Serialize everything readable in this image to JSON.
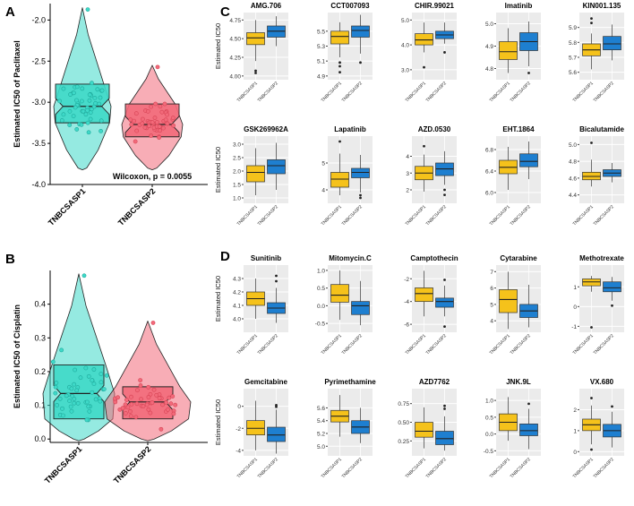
{
  "panel_letters": [
    "A",
    "B",
    "C",
    "D"
  ],
  "colors": {
    "teal": "#3ED9C8",
    "red": "#F26A7A",
    "yellow": "#F5C21B",
    "blue": "#1E7FD0",
    "panel_bg": "#EBEBEB",
    "grid": "#FFFFFF"
  },
  "chart_data": [
    {
      "panel": "A",
      "type": "violin-box",
      "ylabel": "Estimated IC50 of Paclitaxel",
      "categories": [
        "TNBCSASP1",
        "TNBCSASP2"
      ],
      "ylim": [
        -4.0,
        -1.8
      ],
      "yticks": [
        "-2.0",
        "-2.5",
        "-3.0",
        "-3.5",
        "-4.0"
      ],
      "ytick_values": [
        -2.0,
        -2.5,
        -3.0,
        -3.5,
        -4.0
      ],
      "annotation": "Wilcoxon, p = 0.0055",
      "boxes": [
        {
          "q1": -3.25,
          "median": -3.05,
          "q3": -2.78,
          "min": -3.8,
          "max": -1.85
        },
        {
          "q1": -3.42,
          "median": -3.27,
          "q3": -3.02,
          "min": -3.8,
          "max": -2.55
        }
      ]
    },
    {
      "panel": "B",
      "type": "violin-box",
      "ylabel": "Estimated IC50 of Cisplatin",
      "categories": [
        "TNBCSASP1",
        "TNBCSASP2"
      ],
      "ylim": [
        -0.01,
        0.5
      ],
      "yticks": [
        "0.0",
        "0.1",
        "0.2",
        "0.3",
        "0.4"
      ],
      "ytick_values": [
        0.0,
        0.1,
        0.2,
        0.3,
        0.4
      ],
      "boxes": [
        {
          "q1": 0.06,
          "median": 0.135,
          "q3": 0.22,
          "min": 0.0,
          "max": 0.49
        },
        {
          "q1": 0.06,
          "median": 0.11,
          "q3": 0.155,
          "min": 0.0,
          "max": 0.35
        }
      ]
    },
    {
      "panel": "C",
      "type": "box",
      "ylabel": "Estimated IC50",
      "categories": [
        "TNBCSASP1",
        "TNBCSASP2"
      ],
      "drugs": [
        {
          "title": "AMG.706",
          "ylim": [
            3.95,
            4.85
          ],
          "ticks": [
            "4.00",
            "4.25",
            "4.50",
            "4.75"
          ],
          "tick_values": [
            4.0,
            4.25,
            4.5,
            4.75
          ],
          "boxes": [
            {
              "min": 4.2,
              "q1": 4.42,
              "median": 4.51,
              "q3": 4.58,
              "max": 4.75,
              "outliers": [
                4.07,
                4.04
              ]
            },
            {
              "min": 4.4,
              "q1": 4.52,
              "median": 4.6,
              "q3": 4.67,
              "max": 4.8,
              "outliers": []
            }
          ]
        },
        {
          "title": "CCT007093",
          "ylim": [
            4.85,
            5.75
          ],
          "ticks": [
            "4.9",
            "5.1",
            "5.3",
            "5.5"
          ],
          "tick_values": [
            4.9,
            5.1,
            5.3,
            5.5
          ],
          "boxes": [
            {
              "min": 5.15,
              "q1": 5.33,
              "median": 5.43,
              "q3": 5.5,
              "max": 5.62,
              "outliers": [
                5.08,
                5.03,
                4.95
              ]
            },
            {
              "min": 5.2,
              "q1": 5.42,
              "median": 5.51,
              "q3": 5.57,
              "max": 5.72,
              "outliers": [
                5.08
              ]
            }
          ]
        },
        {
          "title": "CHIR.99021",
          "ylim": [
            2.6,
            5.3
          ],
          "ticks": [
            "3.0",
            "4.0",
            "5.0"
          ],
          "tick_values": [
            3.0,
            4.0,
            5.0
          ],
          "boxes": [
            {
              "min": 3.7,
              "q1": 4.0,
              "median": 4.2,
              "q3": 4.45,
              "max": 4.9,
              "outliers": [
                3.1
              ]
            },
            {
              "min": 4.05,
              "q1": 4.25,
              "median": 4.4,
              "q3": 4.55,
              "max": 4.9,
              "outliers": [
                3.7
              ]
            }
          ]
        },
        {
          "title": "Imatinib",
          "ylim": [
            4.75,
            5.05
          ],
          "ticks": [
            "4.8",
            "4.9",
            "5.0"
          ],
          "tick_values": [
            4.8,
            4.9,
            5.0
          ],
          "boxes": [
            {
              "min": 4.78,
              "q1": 4.84,
              "median": 4.875,
              "q3": 4.92,
              "max": 4.98,
              "outliers": []
            },
            {
              "min": 4.81,
              "q1": 4.88,
              "median": 4.92,
              "q3": 4.96,
              "max": 5.01,
              "outliers": [
                4.78
              ]
            }
          ]
        },
        {
          "title": "KIN001.135",
          "ylim": [
            5.55,
            6.0
          ],
          "ticks": [
            "5.6",
            "5.7",
            "5.8",
            "5.9"
          ],
          "tick_values": [
            5.6,
            5.7,
            5.8,
            5.9
          ],
          "boxes": [
            {
              "min": 5.62,
              "q1": 5.71,
              "median": 5.75,
              "q3": 5.79,
              "max": 5.86,
              "outliers": [
                5.93,
                5.96
              ]
            },
            {
              "min": 5.68,
              "q1": 5.75,
              "median": 5.79,
              "q3": 5.84,
              "max": 5.92,
              "outliers": []
            }
          ]
        },
        {
          "title": "GSK269962A",
          "ylim": [
            0.8,
            3.3
          ],
          "ticks": [
            "1.0",
            "1.5",
            "2.0",
            "2.5",
            "3.0"
          ],
          "tick_values": [
            1.0,
            1.5,
            2.0,
            2.5,
            3.0
          ],
          "boxes": [
            {
              "min": 1.1,
              "q1": 1.6,
              "median": 1.95,
              "q3": 2.2,
              "max": 2.85,
              "outliers": []
            },
            {
              "min": 1.3,
              "q1": 1.9,
              "median": 2.2,
              "q3": 2.42,
              "max": 3.05,
              "outliers": []
            }
          ]
        },
        {
          "title": "Lapatinib",
          "ylim": [
            3.5,
            6.0
          ],
          "ticks": [
            "4",
            "5"
          ],
          "tick_values": [
            4,
            5
          ],
          "boxes": [
            {
              "min": 3.8,
              "q1": 4.1,
              "median": 4.4,
              "q3": 4.65,
              "max": 5.35,
              "outliers": [
                5.8
              ]
            },
            {
              "min": 3.9,
              "q1": 4.45,
              "median": 4.65,
              "q3": 4.8,
              "max": 5.3,
              "outliers": [
                3.8,
                3.7
              ]
            }
          ]
        },
        {
          "title": "AZD.0530",
          "ylim": [
            1.2,
            5.2
          ],
          "ticks": [
            "2",
            "3",
            "4"
          ],
          "tick_values": [
            2,
            3,
            4
          ],
          "boxes": [
            {
              "min": 1.9,
              "q1": 2.6,
              "median": 3.0,
              "q3": 3.4,
              "max": 4.1,
              "outliers": [
                4.6
              ]
            },
            {
              "min": 2.3,
              "q1": 2.85,
              "median": 3.25,
              "q3": 3.6,
              "max": 4.3,
              "outliers": [
                2.0,
                1.7
              ]
            }
          ]
        },
        {
          "title": "EHT.1864",
          "ylim": [
            5.8,
            7.05
          ],
          "ticks": [
            "6.0",
            "6.4",
            "6.8"
          ],
          "tick_values": [
            6.0,
            6.4,
            6.8
          ],
          "boxes": [
            {
              "min": 6.05,
              "q1": 6.35,
              "median": 6.47,
              "q3": 6.6,
              "max": 6.85,
              "outliers": []
            },
            {
              "min": 6.25,
              "q1": 6.48,
              "median": 6.58,
              "q3": 6.72,
              "max": 6.95,
              "outliers": []
            }
          ]
        },
        {
          "title": "Bicalutamide",
          "ylim": [
            4.3,
            5.1
          ],
          "ticks": [
            "4.4",
            "4.6",
            "4.8",
            "5.0"
          ],
          "tick_values": [
            4.4,
            4.6,
            4.8,
            5.0
          ],
          "boxes": [
            {
              "min": 4.5,
              "q1": 4.58,
              "median": 4.62,
              "q3": 4.67,
              "max": 4.82,
              "outliers": [
                5.02
              ]
            },
            {
              "min": 4.55,
              "q1": 4.62,
              "median": 4.66,
              "q3": 4.7,
              "max": 4.78,
              "outliers": []
            }
          ]
        }
      ]
    },
    {
      "panel": "D",
      "type": "box",
      "ylabel": "Estimated IC50",
      "categories": [
        "TNBCSASP1",
        "TNBCSASP2"
      ],
      "drugs": [
        {
          "title": "Sunitinib",
          "ylim": [
            3.9,
            4.4
          ],
          "ticks": [
            "4.0",
            "4.1",
            "4.2",
            "4.3"
          ],
          "tick_values": [
            4.0,
            4.1,
            4.2,
            4.3
          ],
          "boxes": [
            {
              "min": 4.0,
              "q1": 4.1,
              "median": 4.15,
              "q3": 4.2,
              "max": 4.3,
              "outliers": []
            },
            {
              "min": 3.97,
              "q1": 4.04,
              "median": 4.08,
              "q3": 4.12,
              "max": 4.23,
              "outliers": [
                4.28,
                4.32
              ]
            }
          ]
        },
        {
          "title": "Mitomycin.C",
          "ylim": [
            -0.75,
            1.15
          ],
          "ticks": [
            "-0.5",
            "0.0",
            "0.5",
            "1.0"
          ],
          "tick_values": [
            -0.5,
            0.0,
            0.5,
            1.0
          ],
          "boxes": [
            {
              "min": -0.4,
              "q1": 0.1,
              "median": 0.3,
              "q3": 0.6,
              "max": 1.0,
              "outliers": []
            },
            {
              "min": -0.55,
              "q1": -0.25,
              "median": 0.0,
              "q3": 0.12,
              "max": 0.7,
              "outliers": []
            }
          ]
        },
        {
          "title": "Camptothecin",
          "ylim": [
            -6.7,
            -0.8
          ],
          "ticks": [
            "-2",
            "-4",
            "-6"
          ],
          "tick_values": [
            -2,
            -4,
            -6
          ],
          "boxes": [
            {
              "min": -5.3,
              "q1": -4.0,
              "median": -3.3,
              "q3": -2.8,
              "max": -1.3,
              "outliers": []
            },
            {
              "min": -5.3,
              "q1": -4.5,
              "median": -4.0,
              "q3": -3.7,
              "max": -2.6,
              "outliers": [
                -2.1,
                -6.2
              ]
            }
          ]
        },
        {
          "title": "Cytarabine",
          "ylim": [
            3.3,
            7.4
          ],
          "ticks": [
            "4",
            "5",
            "6",
            "7"
          ],
          "tick_values": [
            4,
            5,
            6,
            7
          ],
          "boxes": [
            {
              "min": 3.5,
              "q1": 4.5,
              "median": 5.3,
              "q3": 5.9,
              "max": 7.0,
              "outliers": []
            },
            {
              "min": 3.6,
              "q1": 4.2,
              "median": 4.6,
              "q3": 5.0,
              "max": 6.2,
              "outliers": []
            }
          ]
        },
        {
          "title": "Methotrexate",
          "ylim": [
            -1.3,
            2.1
          ],
          "ticks": [
            "-1",
            "0",
            "1"
          ],
          "tick_values": [
            -1,
            0,
            1
          ],
          "boxes": [
            {
              "min": 0.75,
              "q1": 1.05,
              "median": 1.25,
              "q3": 1.4,
              "max": 1.55,
              "outliers": [
                -1.05
              ]
            },
            {
              "min": 0.3,
              "q1": 0.75,
              "median": 0.95,
              "q3": 1.25,
              "max": 1.5,
              "outliers": [
                0.05
              ]
            }
          ]
        },
        {
          "title": "Gemcitabine",
          "ylim": [
            -4.5,
            1.6
          ],
          "ticks": [
            "0",
            "-2",
            "-4"
          ],
          "tick_values": [
            0,
            -2,
            -4
          ],
          "boxes": [
            {
              "min": -4.0,
              "q1": -2.6,
              "median": -2.0,
              "q3": -1.3,
              "max": 0.5,
              "outliers": []
            },
            {
              "min": -4.3,
              "q1": -3.2,
              "median": -2.6,
              "q3": -1.9,
              "max": -0.3,
              "outliers": [
                0.1,
                -0.05
              ]
            }
          ]
        },
        {
          "title": "Pyrimethamine",
          "ylim": [
            4.85,
            5.9
          ],
          "ticks": [
            "5.0",
            "5.2",
            "5.4",
            "5.6"
          ],
          "tick_values": [
            5.0,
            5.2,
            5.4,
            5.6
          ],
          "boxes": [
            {
              "min": 5.15,
              "q1": 5.38,
              "median": 5.47,
              "q3": 5.56,
              "max": 5.8,
              "outliers": []
            },
            {
              "min": 5.05,
              "q1": 5.2,
              "median": 5.3,
              "q3": 5.4,
              "max": 5.6,
              "outliers": []
            }
          ]
        },
        {
          "title": "AZD7762",
          "ylim": [
            0.05,
            0.95
          ],
          "ticks": [
            "0.25",
            "0.50",
            "0.75"
          ],
          "tick_values": [
            0.25,
            0.5,
            0.75
          ],
          "boxes": [
            {
              "min": 0.15,
              "q1": 0.3,
              "median": 0.38,
              "q3": 0.5,
              "max": 0.7,
              "outliers": []
            },
            {
              "min": 0.12,
              "q1": 0.2,
              "median": 0.28,
              "q3": 0.38,
              "max": 0.58,
              "outliers": [
                0.68,
                0.72
              ]
            }
          ]
        },
        {
          "title": "JNK.9L",
          "ylim": [
            -0.65,
            1.35
          ],
          "ticks": [
            "-0.5",
            "0.0",
            "0.5",
            "1.0"
          ],
          "tick_values": [
            -0.5,
            0.0,
            0.5,
            1.0
          ],
          "boxes": [
            {
              "min": -0.2,
              "q1": 0.1,
              "median": 0.35,
              "q3": 0.6,
              "max": 1.1,
              "outliers": []
            },
            {
              "min": -0.45,
              "q1": -0.05,
              "median": 0.1,
              "q3": 0.3,
              "max": 0.75,
              "outliers": [
                0.9
              ]
            }
          ]
        },
        {
          "title": "VX.680",
          "ylim": [
            -0.2,
            3.0
          ],
          "ticks": [
            "0",
            "1",
            "2"
          ],
          "tick_values": [
            0,
            1,
            2
          ],
          "boxes": [
            {
              "min": 0.35,
              "q1": 1.0,
              "median": 1.28,
              "q3": 1.55,
              "max": 2.2,
              "outliers": [
                2.55,
                0.1
              ]
            },
            {
              "min": 0.2,
              "q1": 0.7,
              "median": 1.0,
              "q3": 1.3,
              "max": 1.9,
              "outliers": [
                2.15
              ]
            }
          ]
        }
      ]
    }
  ]
}
